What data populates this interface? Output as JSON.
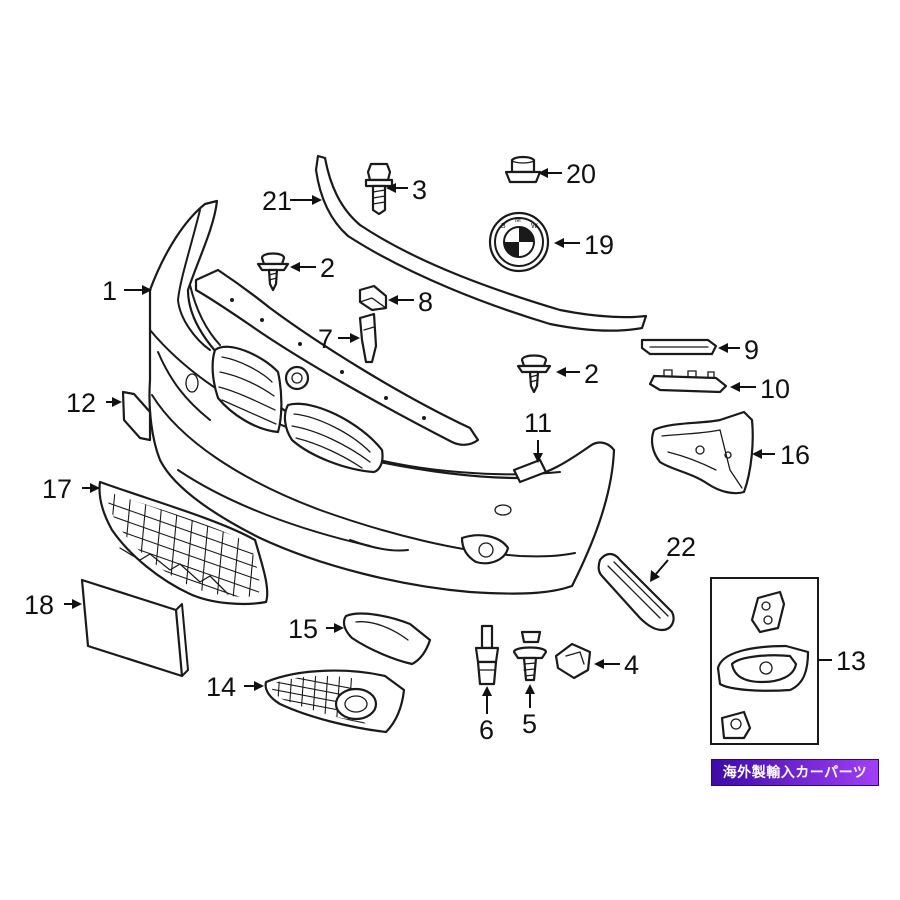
{
  "callouts": {
    "c1": "1",
    "c2a": "2",
    "c2b": "2",
    "c3": "3",
    "c4": "4",
    "c5": "5",
    "c6": "6",
    "c7": "7",
    "c8": "8",
    "c9": "9",
    "c10": "10",
    "c11": "11",
    "c12": "12",
    "c13": "13",
    "c14": "14",
    "c15": "15",
    "c16": "16",
    "c17": "17",
    "c18": "18",
    "c19": "19",
    "c20": "20",
    "c21": "21",
    "c22": "22"
  },
  "badge": {
    "text": "海外製輸入カーパーツ",
    "gradient_start": "#3d0ba8",
    "gradient_end": "#a33ef7"
  },
  "colors": {
    "line": "#1a1a1a",
    "background": "#ffffff"
  }
}
